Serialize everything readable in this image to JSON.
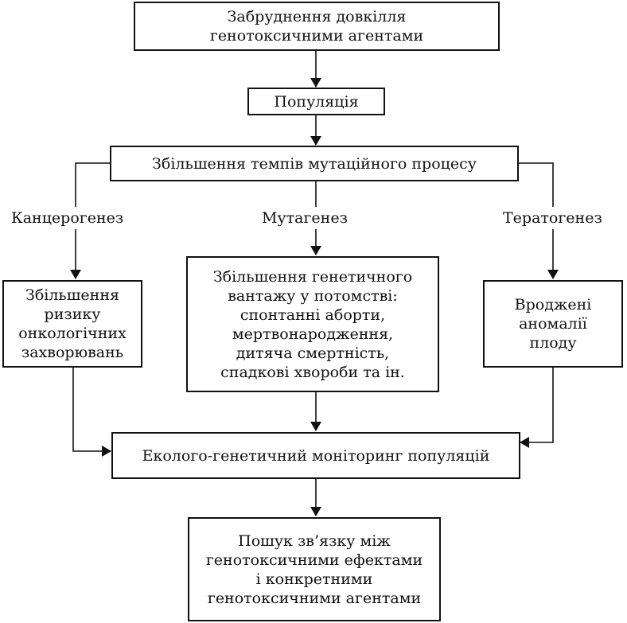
{
  "nodes": {
    "pollution": {
      "lines": [
        "Забруднення довкілля",
        "генотоксичними агентами"
      ]
    },
    "population": {
      "lines": [
        "Популяція"
      ]
    },
    "increase": {
      "lines": [
        "Збільшення темпів мутаційного процесу"
      ]
    },
    "cancer_risk": {
      "lines": [
        "Збільшення",
        "ризику",
        "онкологічних",
        "захворювань"
      ]
    },
    "genetic_load": {
      "lines": [
        "Збільшення генетичного",
        "вантажу у потомстві:",
        "спонтанні аборти,",
        "мертвонародження,",
        "дитяча смертність,",
        "спадкові хвороби та ін."
      ]
    },
    "anomalies": {
      "lines": [
        "Вроджені",
        "аномалії",
        "плоду"
      ]
    },
    "monitoring": {
      "lines": [
        "Еколого-генетичний моніторинг популяцій"
      ]
    },
    "search": {
      "lines": [
        "Пошук зв’язку між",
        "генотоксичними ефектами",
        "і конкретними",
        "генотоксичними агентами"
      ]
    }
  },
  "branch_labels": {
    "left": "Канцерогенез",
    "center": "Мутагенез",
    "right": "Тератогенез"
  }
}
